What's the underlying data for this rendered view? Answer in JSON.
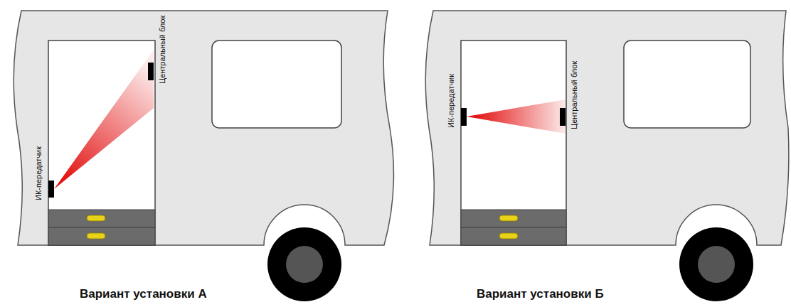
{
  "diagram": {
    "labels": [
      "ИК-передатчик",
      "Центральный блок",
      "Вариант установки А",
      "ИК-передатчик",
      "Центральный блок",
      "Вариант установки Б"
    ]
  }
}
